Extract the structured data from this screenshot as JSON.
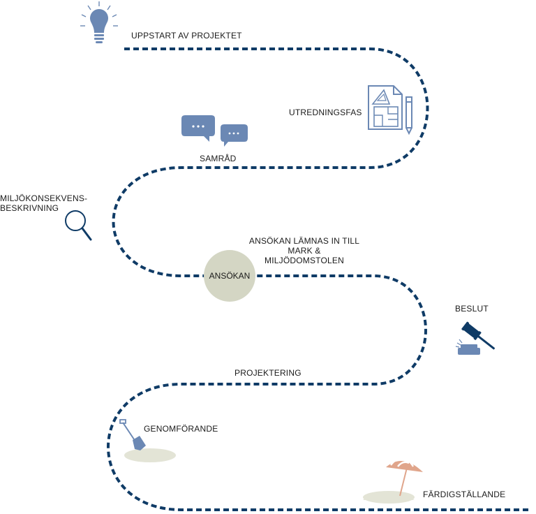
{
  "steps": {
    "start": "UPPSTART AV PROJEKTET",
    "investigation": "UTREDNINGSFAS",
    "consultation": "SAMRÅD",
    "eia_line1": "MILJÖKONSEKVENS-",
    "eia_line2": "BESKRIVNING",
    "application": "ANSÖKAN",
    "submission_line1": "ANSÖKAN LÄMNAS IN TILL",
    "submission_line2": "MARK &",
    "submission_line3": "MILJÖDOMSTOLEN",
    "decision": "BESLUT",
    "design": "PROJEKTERING",
    "construction": "GENOMFÖRANDE",
    "completion": "FÄRDIGSTÄLLANDE"
  },
  "colors": {
    "path": "#0f3b66",
    "icon": "#6b88b4",
    "accent_circle": "#d4d6c4",
    "sand": "#e3e4d6",
    "umbrella": "#e0a58b"
  }
}
